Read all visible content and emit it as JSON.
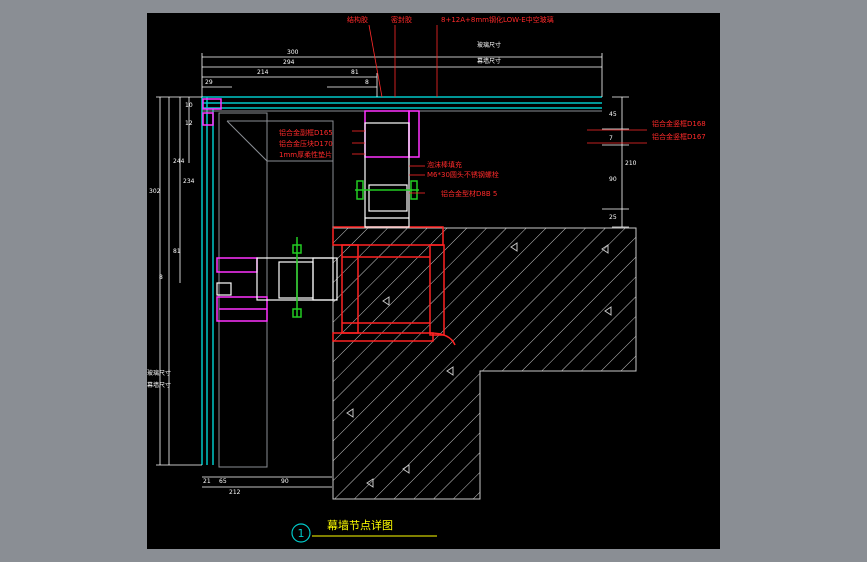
{
  "drawing": {
    "title": "幕墙节点详图",
    "number": "1",
    "callouts_top": {
      "structural_glue": "结构胶",
      "sealant": "密封胶",
      "glass": "8+12A+8mm钢化LOW-E中空玻璃"
    },
    "callouts_right": {
      "mullion_a": "铝合金竖框D168",
      "mullion_b": "铝合金竖框D167"
    },
    "callouts_mid": {
      "fixing_frame": "铝合金副框D165",
      "pressure_plate": "铝合金压块D170",
      "gasket": "1mm厚柔性垫片",
      "foam_rod": "泡沫棒填充",
      "bolt": "M6*30圆头不锈钢螺栓",
      "profile": "铝合金型材D8B 5"
    },
    "dims": {
      "top_total": "300",
      "top_a": "294",
      "top_b": "214",
      "top_c": "81",
      "top_d": "29",
      "top_e": "8",
      "top_glass_label": "玻璃尺寸",
      "top_frame_label": "幕墙尺寸",
      "right_1": "45",
      "right_2": "7",
      "right_3": "90",
      "right_4": "25",
      "right_5": "210",
      "left_1": "10",
      "left_2": "12",
      "left_3": "244",
      "left_4": "234",
      "left_5": "302",
      "left_6": "81",
      "left_7": "8",
      "left_glass_label": "玻璃尺寸",
      "left_frame_label": "幕墙尺寸",
      "bottom_1": "21",
      "bottom_2": "65",
      "bottom_3": "90",
      "bottom_4": "212"
    }
  },
  "colors": {
    "background": "#000000",
    "frame": "#8a8e94",
    "glass": "#00c8c8",
    "callout": "#ff2a2a",
    "profile": "#ff33ff",
    "dimension": "#ffffff",
    "bolt": "#22cc22",
    "steel": "#ff2222",
    "title": "#ffff00",
    "hatch": "#c8c8c8"
  }
}
